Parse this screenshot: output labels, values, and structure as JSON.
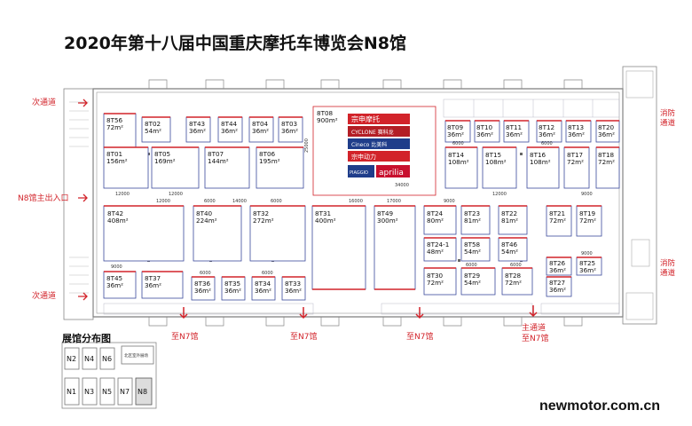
{
  "title": "2020年第十八届中国重庆摩托车博览会N8馆",
  "watermark": "newmotor.com.cn",
  "distribution_title": "展馆分布图",
  "side_labels": {
    "left_top": "次通道",
    "left_mid": "N8馆主出入口",
    "left_bottom": "次通道",
    "right_top": [
      "消防",
      "通道"
    ],
    "right_bottom": [
      "消防",
      "通道"
    ]
  },
  "bottom_labels": {
    "to_n7_1": "至N7馆",
    "to_n7_2": "至N7馆",
    "to_n7_3": "至N7馆",
    "main_channel": [
      "主通道",
      "至N7馆"
    ]
  },
  "brands": [
    "宗申摩托",
    "CYCLONE 赛科龙",
    "Cineco 比美科",
    "宗申动力",
    "PIAGGIO",
    "aprilia"
  ],
  "hall_map": {
    "halls": [
      "N2",
      "N4",
      "N6",
      "N1",
      "N3",
      "N5",
      "N7",
      "N8"
    ],
    "other": "北区室外展场",
    "highlight": "N8"
  },
  "booths": {
    "8T56": {
      "id": "8T56",
      "area": "72m²"
    },
    "8T02": {
      "id": "8T02",
      "area": "54m²"
    },
    "8T43": {
      "id": "8T43",
      "area": "36m²"
    },
    "8T44": {
      "id": "8T44",
      "area": "36m²"
    },
    "8T04": {
      "id": "8T04",
      "area": "36m²"
    },
    "8T03": {
      "id": "8T03",
      "area": "36m²"
    },
    "8T08": {
      "id": "8T08",
      "area": "900m²"
    },
    "8T09": {
      "id": "8T09",
      "area": "36m²"
    },
    "8T10": {
      "id": "8T10",
      "area": "36m²"
    },
    "8T11": {
      "id": "8T11",
      "area": "36m²"
    },
    "8T12": {
      "id": "8T12",
      "area": "36m²"
    },
    "8T13": {
      "id": "8T13",
      "area": "36m²"
    },
    "8T20": {
      "id": "8T20",
      "area": "36m²"
    },
    "8T01": {
      "id": "8T01",
      "area": "156m²"
    },
    "8T05": {
      "id": "8T05",
      "area": "169m²"
    },
    "8T07": {
      "id": "8T07",
      "area": "144m²"
    },
    "8T06": {
      "id": "8T06",
      "area": "195m²"
    },
    "8T14": {
      "id": "8T14",
      "area": "108m²"
    },
    "8T15": {
      "id": "8T15",
      "area": "108m²"
    },
    "8T16": {
      "id": "8T16",
      "area": "108m²"
    },
    "8T17": {
      "id": "8T17",
      "area": "72m²"
    },
    "8T18": {
      "id": "8T18",
      "area": "72m²"
    },
    "8T42": {
      "id": "8T42",
      "area": "408m²"
    },
    "8T40": {
      "id": "8T40",
      "area": "224m²"
    },
    "8T32": {
      "id": "8T32",
      "area": "272m²"
    },
    "8T31": {
      "id": "8T31",
      "area": "400m²"
    },
    "8T49": {
      "id": "8T49",
      "area": "300m²"
    },
    "8T24": {
      "id": "8T24",
      "area": "80m²"
    },
    "8T23": {
      "id": "8T23",
      "area": "81m²"
    },
    "8T22": {
      "id": "8T22",
      "area": "81m²"
    },
    "8T21": {
      "id": "8T21",
      "area": "72m²"
    },
    "8T19": {
      "id": "8T19",
      "area": "72m²"
    },
    "8T24-1": {
      "id": "8T24-1",
      "area": "48m²"
    },
    "8T58": {
      "id": "8T58",
      "area": "54m²"
    },
    "8T46": {
      "id": "8T46",
      "area": "54m²"
    },
    "8T26": {
      "id": "8T26",
      "area": "36m²"
    },
    "8T25": {
      "id": "8T25",
      "area": "36m²"
    },
    "8T45": {
      "id": "8T45",
      "area": "36m²"
    },
    "8T37": {
      "id": "8T37",
      "area": "36m²"
    },
    "8T36": {
      "id": "8T36",
      "area": "36m²"
    },
    "8T35": {
      "id": "8T35",
      "area": "36m²"
    },
    "8T34": {
      "id": "8T34",
      "area": "36m²"
    },
    "8T33": {
      "id": "8T33",
      "area": "36m²"
    },
    "8T30": {
      "id": "8T30",
      "area": "72m²"
    },
    "8T29": {
      "id": "8T29",
      "area": "54m²"
    },
    "8T28": {
      "id": "8T28",
      "area": "72m²"
    },
    "8T27": {
      "id": "8T27",
      "area": "36m²"
    }
  },
  "dimensions": {
    "d1": "12000",
    "d2": "14000",
    "d3": "12000",
    "d4": "6000",
    "d5": "6000",
    "d6": "9000",
    "d7": "6000",
    "d8": "6000",
    "d9": "25000",
    "d10": "34000",
    "d11": "16000",
    "d12": "17000",
    "d13": "9000",
    "d14": "12000",
    "d15": "9000",
    "d16": "6000",
    "d17": "6000",
    "d18": "12000",
    "d19": "6000",
    "d20": "6000",
    "d21": "9000"
  },
  "colors": {
    "red": "#d2232a",
    "blue": "#3b4a9c",
    "wall": "#555555",
    "grid": "#b9b9c8"
  }
}
